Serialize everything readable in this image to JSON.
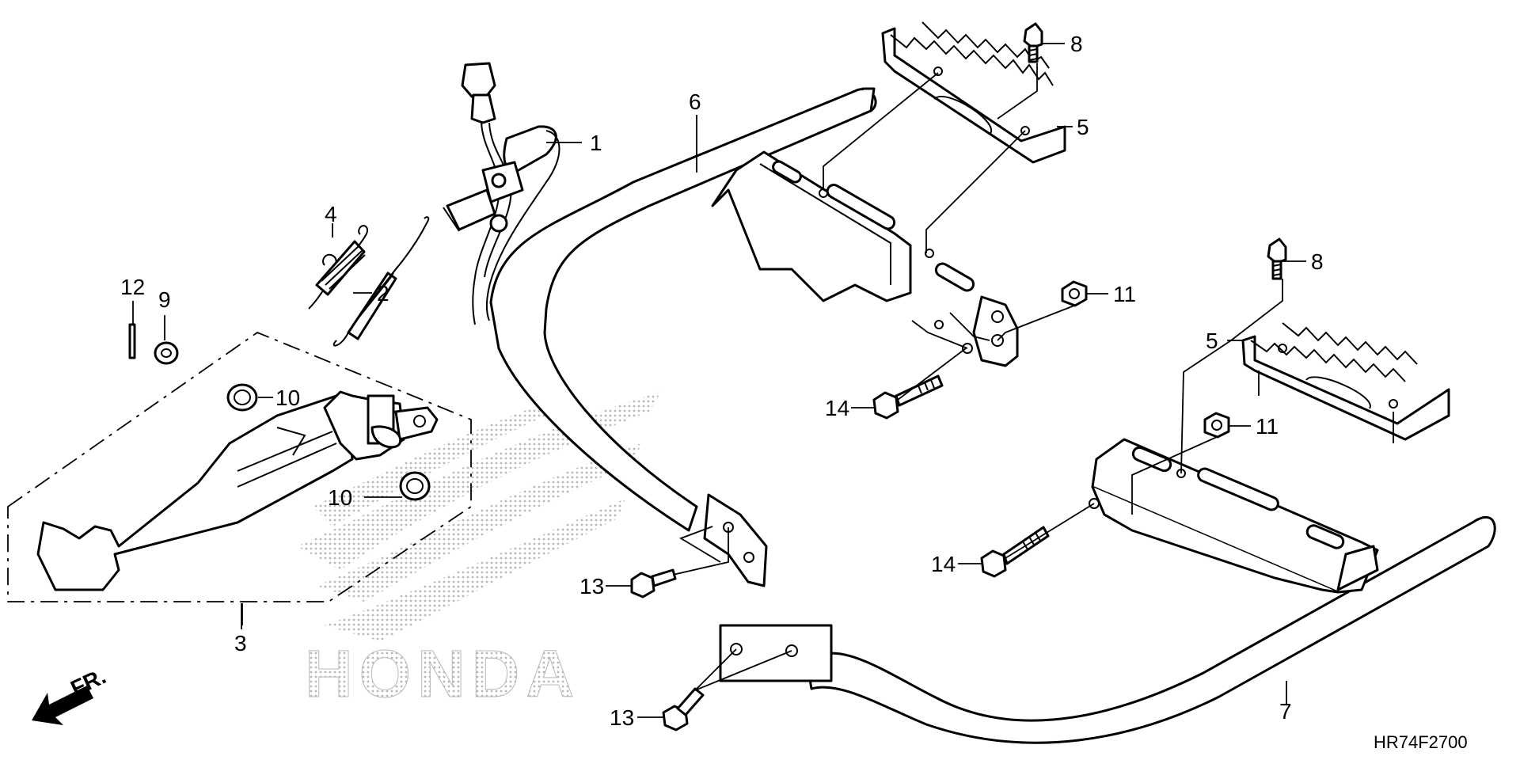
{
  "diagram": {
    "code": "HR74F2700",
    "front_marker": "FR.",
    "watermark": "HONDA",
    "callouts": {
      "c1": "1",
      "c2": "2",
      "c3": "3",
      "c4": "4",
      "c5a": "5",
      "c5b": "5",
      "c6": "6",
      "c7": "7",
      "c8a": "8",
      "c8b": "8",
      "c9": "9",
      "c10a": "10",
      "c10b": "10",
      "c11a": "11",
      "c11b": "11",
      "c12": "12",
      "c13a": "13",
      "c13b": "13",
      "c14a": "14",
      "c14b": "14"
    }
  },
  "colors": {
    "line": "#000000",
    "background": "#ffffff",
    "watermark": "#b8b8b8"
  }
}
